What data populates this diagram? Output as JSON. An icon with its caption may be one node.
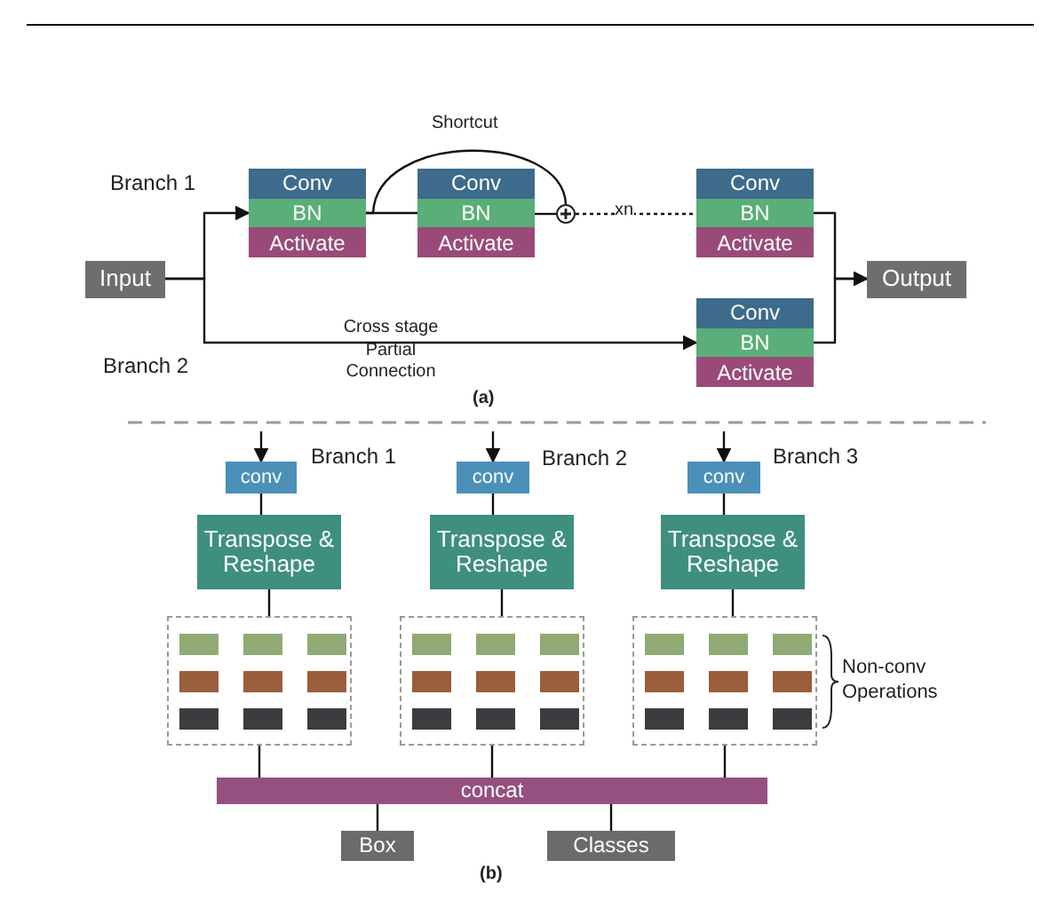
{
  "diagram": {
    "nodes": [
      {
        "text": [
          "Input"
        ]
      },
      {
        "text": [
          "Conv",
          "BN",
          "Activate"
        ]
      },
      {
        "text": [
          "Conv",
          "BN",
          "Activate"
        ]
      },
      {
        "text": [],
        "shape": "circle"
      },
      {
        "text": [
          "Conv",
          "BN",
          "Activate"
        ]
      },
      {
        "text": [
          "Conv",
          "BN",
          "Activate"
        ]
      },
      {
        "text": [
          "Output"
        ]
      },
      {
        "text": [
          "conv"
        ]
      },
      {
        "text": [
          "conv"
        ]
      },
      {
        "text": [
          "conv"
        ]
      },
      {
        "text": [
          "Transpose & Reshape"
        ]
      },
      {
        "text": [
          "Transpose & Reshape"
        ]
      },
      {
        "text": [
          "Transpose & Reshape"
        ]
      },
      {
        "text": [],
        "shape": "box"
      },
      {
        "text": [],
        "shape": "box"
      },
      {
        "text": [],
        "shape": "box"
      },
      {
        "text": [
          "concat"
        ]
      },
      {
        "text": [
          "Box"
        ]
      },
      {
        "text": [
          "Classes"
        ]
      }
    ],
    "edges": [
      {
        "from": 0,
        "to": 1,
        "arrow": "to"
      },
      {
        "from": 1,
        "to": 2,
        "arrow": "none"
      },
      {
        "from": 1,
        "to": 3,
        "arrow": "none",
        "label": "Shortcut"
      },
      {
        "from": 2,
        "to": 3,
        "arrow": "none"
      },
      {
        "from": 3,
        "to": 4,
        "arrow": "none",
        "label": "xn",
        "style": "dashed"
      },
      {
        "from": 0,
        "to": 5,
        "arrow": "to",
        "label": "Cross stage Partial Connection"
      },
      {
        "from": 4,
        "to": 6,
        "arrow": "to"
      },
      {
        "from": 5,
        "to": 6,
        "arrow": "to"
      },
      {
        "from": null,
        "to": 7,
        "arrow": "to"
      },
      {
        "from": null,
        "to": 8,
        "arrow": "to"
      },
      {
        "from": null,
        "to": 9,
        "arrow": "to"
      },
      {
        "from": 7,
        "to": 10,
        "arrow": "none"
      },
      {
        "from": 8,
        "to": 11,
        "arrow": "none"
      },
      {
        "from": 9,
        "to": 12,
        "arrow": "none"
      },
      {
        "from": 10,
        "to": 13,
        "arrow": "none"
      },
      {
        "from": 11,
        "to": 14,
        "arrow": "none"
      },
      {
        "from": 12,
        "to": 15,
        "arrow": "none"
      },
      {
        "from": 13,
        "to": 16,
        "arrow": "none"
      },
      {
        "from": 14,
        "to": 16,
        "arrow": "none"
      },
      {
        "from": 15,
        "to": 16,
        "arrow": "none"
      },
      {
        "from": 16,
        "to": 17,
        "arrow": "none"
      },
      {
        "from": 16,
        "to": 18,
        "arrow": "none"
      }
    ],
    "labels": [
      "Branch 1",
      "Branch 2",
      "(a)",
      "Branch 1",
      "Branch 2",
      "Branch 3",
      "Non-conv Operations",
      "(b)"
    ]
  }
}
